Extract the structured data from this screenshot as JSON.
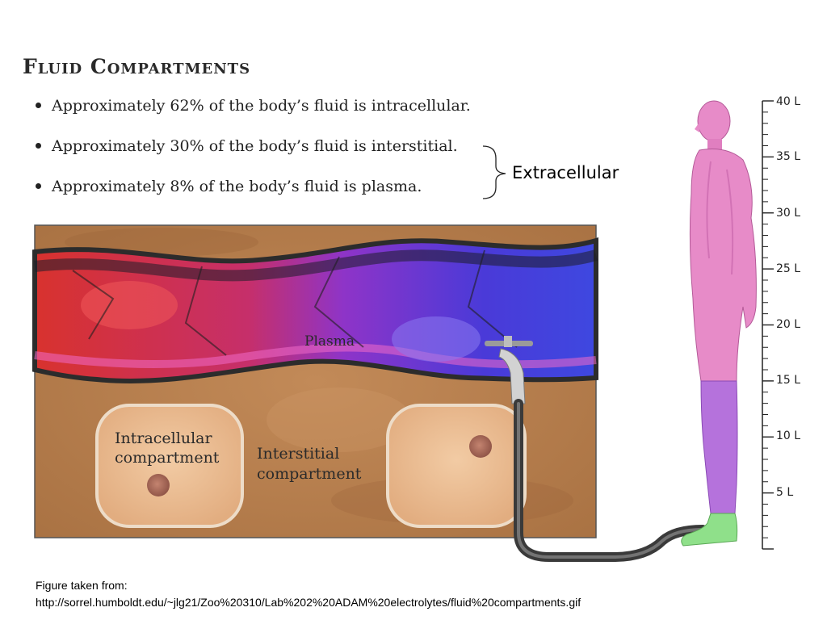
{
  "title": "Fluid Compartments",
  "bullets": [
    "Approximately 62% of the body’s fluid is intracellular.",
    "Approximately 30% of the body’s fluid is interstitial.",
    "Approximately 8% of the body’s fluid is plasma."
  ],
  "brace_label": "Extracellular",
  "illustration": {
    "plasma": "Plasma",
    "intracellular": [
      "Intracellular",
      "compartment"
    ],
    "interstitial": [
      "Interstitial",
      "compartment"
    ]
  },
  "volume_scale": [
    "40 L",
    "35 L",
    "30 L",
    "25 L",
    "20 L",
    "15 L",
    "10 L",
    "5 L"
  ],
  "caption": {
    "line1": "Figure taken from:",
    "line2": "http://sorrel.humboldt.edu/~jlg21/Zoo%20310/Lab%202%20ADAM%20electrolytes/fluid%20compartments.gif"
  },
  "colors": {
    "tissue": "#b8804f",
    "plasma_red": "#d8322e",
    "plasma_blue": "#4a3ad8",
    "intracellular_body": "#e78bc8",
    "interstitial_legs": "#b572dc",
    "plasma_feet": "#8fe08a"
  }
}
